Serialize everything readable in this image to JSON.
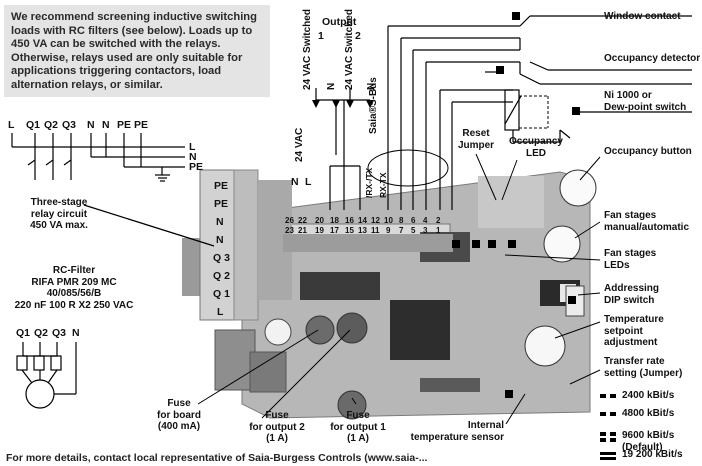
{
  "note": "We recommend screening inductive switching loads with RC filters (see below). Loads up to 450 VA can be switched with the relays. Otherwise, relays used are only suitable for applications triggering contactors, load alternation relays, or similar.",
  "relay_bus": {
    "top_labels": [
      "L",
      "Q1",
      "Q2",
      "Q3",
      "N",
      "N",
      "PE",
      "PE"
    ],
    "line_labels": [
      "L",
      "N",
      "PE"
    ],
    "caption": "Three-stage\nrelay circuit\n450 VA max."
  },
  "rc_filter": {
    "caption": "RC-Filter\nRIFA PMR 209 MC\n40/085/56/B\n220 nF 100 R X2 250 VAC",
    "labels": [
      "Q1",
      "Q2",
      "Q3",
      "N"
    ]
  },
  "terminal_block_left": [
    "PE",
    "PE",
    "N",
    "N",
    "Q 3",
    "Q 2",
    "Q 1",
    "L"
  ],
  "output": {
    "title": "Output",
    "num1": "1",
    "num2": "2",
    "vac1": "24 VAC\nSwitched",
    "n1": "N",
    "vac2": "24 VAC\nSwitched",
    "n2": "N",
    "vac_supply": "24 VAC",
    "rx_tx_top": "/RX-/TX",
    "rx_tx_bottom": "RX-TX",
    "sbus": "Saia®S-Bus"
  },
  "pins_top": [
    "26",
    "22",
    "20",
    "18",
    "16",
    "14",
    "12",
    "10",
    "8",
    "6",
    "4",
    "2"
  ],
  "pins_bottom": [
    "23",
    "21",
    "19",
    "17",
    "15",
    "13",
    "11",
    "9",
    "7",
    "5",
    "3",
    "1"
  ],
  "pins_nl": [
    "N",
    "L"
  ],
  "callouts": {
    "reset_jumper": "Reset\nJumper",
    "occupancy_led": "Occupancy\nLED",
    "fuse_board": "Fuse\nfor board\n(400 mA)",
    "fuse_out2": "Fuse\nfor output 2\n(1 A)",
    "fuse_out1": "Fuse\nfor output 1\n(1 A)",
    "internal_sensor": "Internal\ntemperature sensor"
  },
  "right_labels": {
    "window_contact": "Window contact",
    "occupancy_detector": "Occupancy detector",
    "ni1000": "Ni 1000 or\nDew-point switch",
    "occupancy_button": "Occupancy button",
    "fan_stages_manual": "Fan stages\nmanual/automatic",
    "fan_stages_leds": "Fan stages\nLEDs",
    "addressing_dip": "Addressing\nDIP switch",
    "temp_setpoint": "Temperature setpoint\nadjustment",
    "transfer_rate": "Transfer rate\nsetting (Jumper)"
  },
  "baud_rates": [
    "2400 kBit/s",
    "4800 kBit/s",
    "9600 kBit/s (Default)",
    "19 200 kBit/s"
  ],
  "footer": "For more details, contact local representative of Saia-Burgess Controls (www.saia-..."
}
